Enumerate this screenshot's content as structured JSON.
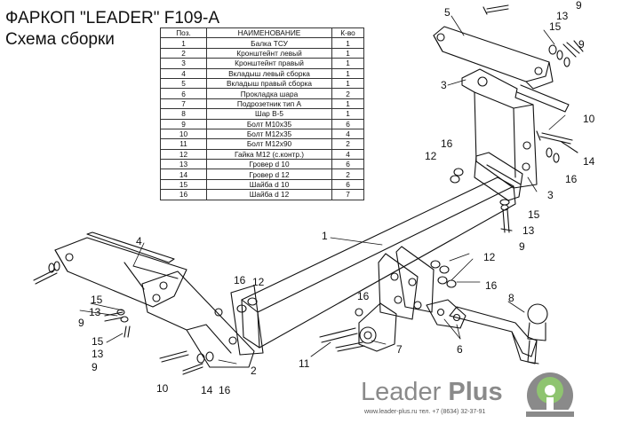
{
  "title": "ФАРКОП \"LEADER\" F109-A",
  "subtitle": "Схема сборки",
  "table": {
    "headers": [
      "Поз.",
      "НАИМЕНОВАНИЕ",
      "К-во"
    ],
    "rows": [
      [
        "1",
        "Балка ТСУ",
        "1"
      ],
      [
        "2",
        "Кронштейнт левый",
        "1"
      ],
      [
        "3",
        "Кронштейнт правый",
        "1"
      ],
      [
        "4",
        "Вкладыш левый сборка",
        "1"
      ],
      [
        "5",
        "Вкладыш правый сборка",
        "1"
      ],
      [
        "6",
        "Прокладка шара",
        "2"
      ],
      [
        "7",
        "Подрозетник тип А",
        "1"
      ],
      [
        "8",
        "Шар В-5",
        "1"
      ],
      [
        "9",
        "Болт М10х35",
        "6"
      ],
      [
        "10",
        "Болт М12х35",
        "4"
      ],
      [
        "11",
        "Болт М12х90",
        "2"
      ],
      [
        "12",
        "Гайка М12 (с.контр.)",
        "4"
      ],
      [
        "13",
        "Гровер d 10",
        "6"
      ],
      [
        "14",
        "Гровер d 12",
        "2"
      ],
      [
        "15",
        "Шайба d 10",
        "6"
      ],
      [
        "16",
        "Шайба d 12",
        "7"
      ]
    ]
  },
  "callouts": [
    "9",
    "13",
    "5",
    "15",
    "9",
    "3",
    "10",
    "14",
    "16",
    "3",
    "16",
    "12",
    "15",
    "13",
    "9",
    "1",
    "4",
    "12",
    "16",
    "12",
    "16",
    "8",
    "16",
    "15",
    "13",
    "9",
    "6",
    "7",
    "11",
    "10",
    "14",
    "16",
    "2",
    "15",
    "13",
    "9"
  ],
  "brand": {
    "name_light": "Leader ",
    "name_bold": "Plus"
  },
  "contact": "www.leader-plus.ru   тел. +7 (8634) 32-37-91",
  "colors": {
    "line": "#111111",
    "logo_gray": "#8a8a8a",
    "logo_green": "#8fc470"
  }
}
